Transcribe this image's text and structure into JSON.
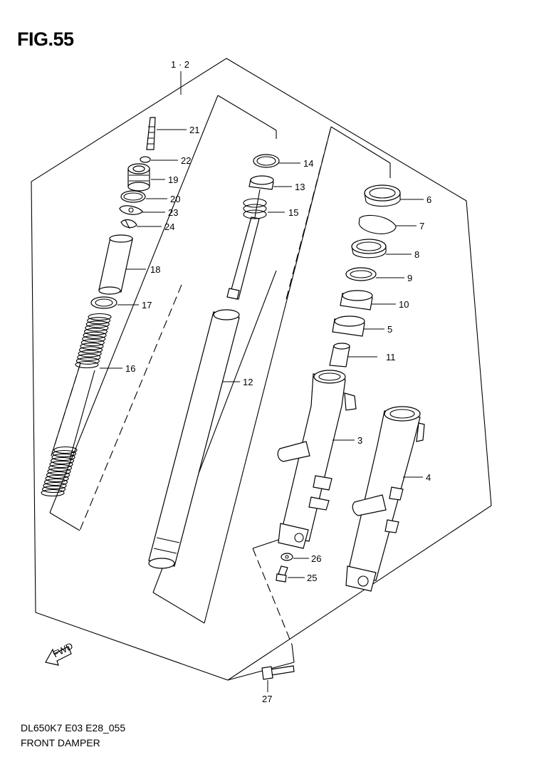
{
  "figure_title": "FIG.55",
  "model_code": "DL650K7 E03 E28_055",
  "diagram_name": "FRONT DAMPER",
  "assembly_label": "1 · 2",
  "fwd_label": "FWD",
  "callouts": [
    {
      "id": "21",
      "label": "21"
    },
    {
      "id": "22",
      "label": "22"
    },
    {
      "id": "19",
      "label": "19"
    },
    {
      "id": "20",
      "label": "20"
    },
    {
      "id": "23",
      "label": "23"
    },
    {
      "id": "24",
      "label": "24"
    },
    {
      "id": "18",
      "label": "18"
    },
    {
      "id": "17",
      "label": "17"
    },
    {
      "id": "16",
      "label": "16"
    },
    {
      "id": "14",
      "label": "14"
    },
    {
      "id": "13",
      "label": "13"
    },
    {
      "id": "15",
      "label": "15"
    },
    {
      "id": "12",
      "label": "12"
    },
    {
      "id": "6",
      "label": "6"
    },
    {
      "id": "7",
      "label": "7"
    },
    {
      "id": "8",
      "label": "8"
    },
    {
      "id": "9",
      "label": "9"
    },
    {
      "id": "10",
      "label": "10"
    },
    {
      "id": "5",
      "label": "5"
    },
    {
      "id": "11",
      "label": "11"
    },
    {
      "id": "3",
      "label": "3"
    },
    {
      "id": "4",
      "label": "4"
    },
    {
      "id": "26",
      "label": "26"
    },
    {
      "id": "25",
      "label": "25"
    },
    {
      "id": "27",
      "label": "27"
    }
  ]
}
